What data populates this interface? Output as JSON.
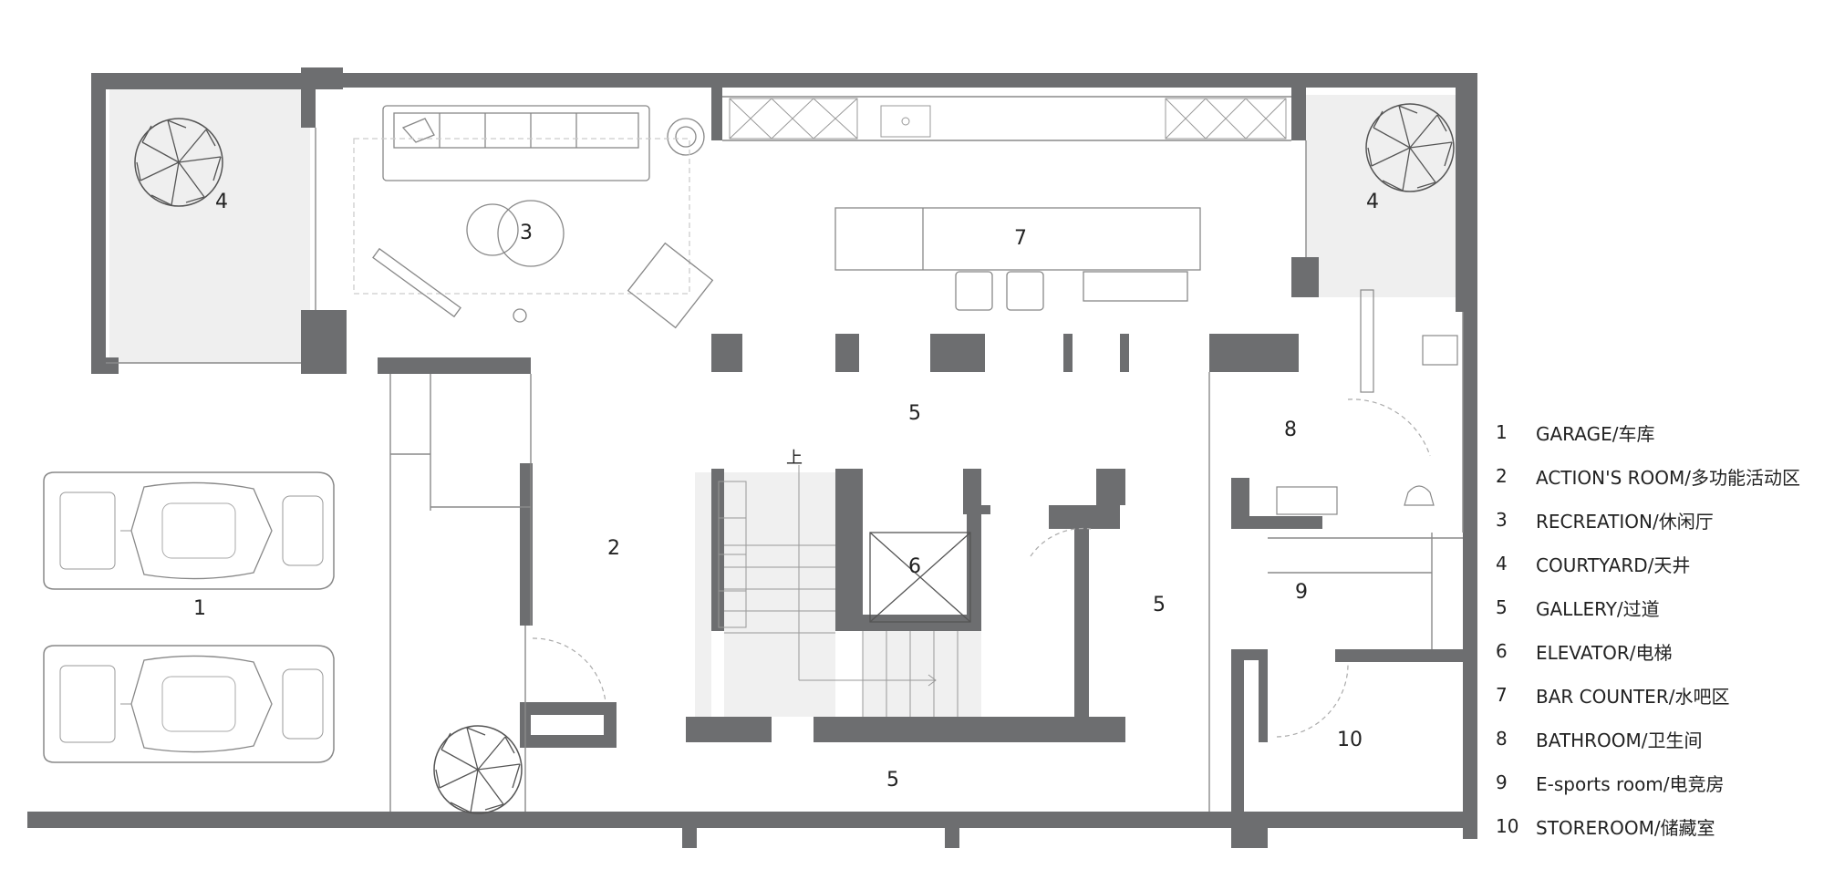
{
  "rooms": [
    {
      "num": "1",
      "name": "GARAGE/车库"
    },
    {
      "num": "2",
      "name": "ACTION'S ROOM/多功能活动区"
    },
    {
      "num": "3",
      "name": "RECREATION/休闲厅"
    },
    {
      "num": "4",
      "name": "COURTYARD/天井"
    },
    {
      "num": "5",
      "name": "GALLERY/过道"
    },
    {
      "num": "6",
      "name": "ELEVATOR/电梯"
    },
    {
      "num": "7",
      "name": "BAR COUNTER/水吧区"
    },
    {
      "num": "8",
      "name": "BATHROOM/卫生间"
    },
    {
      "num": "9",
      "name": "E-sports room/电竞房"
    },
    {
      "num": "10",
      "name": "STOREROOM/储藏室"
    }
  ],
  "plan_labels": {
    "garage": "1",
    "action_room": "2",
    "recreation": "3",
    "courtyard": "4",
    "gallery": "5",
    "elevator": "6",
    "bar": "7",
    "bathroom": "8",
    "esports": "9",
    "storeroom": "10",
    "stair_up": "上"
  },
  "colors": {
    "wall": "#6d6e70",
    "courtyard": "#efefef",
    "line": "#8a8a8a"
  }
}
